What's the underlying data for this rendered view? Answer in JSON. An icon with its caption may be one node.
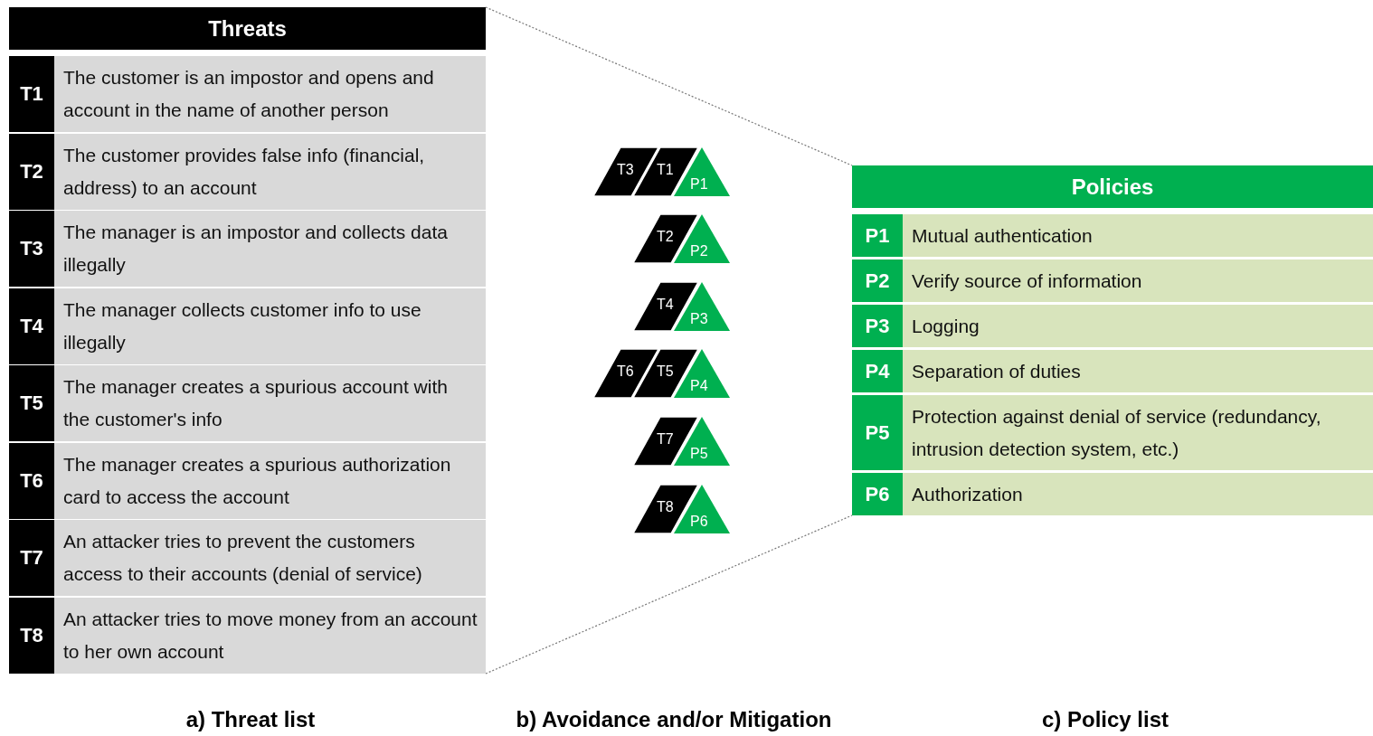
{
  "diagram": {
    "nodes": [
      {
        "text": [
          "Threats"
        ]
      },
      {
        "text": [
          "T1",
          "The customer is an impostor and opens and account in the name of another person"
        ],
        "in": 0
      },
      {
        "text": [
          "T2",
          "The customer provides false info (financial, address) to an account"
        ],
        "in": 0
      },
      {
        "text": [
          "T3",
          "The manager is an impostor and collects data illegally"
        ],
        "in": 0
      },
      {
        "text": [
          "T4",
          "The manager collects customer info to use illegally"
        ],
        "in": 0
      },
      {
        "text": [
          "T5",
          "The manager creates a spurious account with the customer's info"
        ],
        "in": 0
      },
      {
        "text": [
          "T6",
          "The manager creates a spurious authorization card to access the account"
        ],
        "in": 0
      },
      {
        "text": [
          "T7",
          "An attacker tries to prevent the customers access to their accounts (denial of service)"
        ],
        "in": 0
      },
      {
        "text": [
          "T8",
          "An attacker tries to move money from an account to her own account"
        ],
        "in": 0
      },
      {
        "text": [
          "T3"
        ]
      },
      {
        "text": [
          "T1"
        ]
      },
      {
        "text": [
          "P1"
        ]
      },
      {
        "text": [
          "T2"
        ]
      },
      {
        "text": [
          "P2"
        ]
      },
      {
        "text": [
          "T4"
        ]
      },
      {
        "text": [
          "P3"
        ]
      },
      {
        "text": [
          "T6"
        ]
      },
      {
        "text": [
          "T5"
        ]
      },
      {
        "text": [
          "P4"
        ]
      },
      {
        "text": [
          "T7"
        ]
      },
      {
        "text": [
          "P5"
        ]
      },
      {
        "text": [
          "T8"
        ]
      },
      {
        "text": [
          "P6"
        ]
      },
      {
        "text": [
          "Policies"
        ]
      },
      {
        "text": [
          "P1",
          "Mutual authentication"
        ],
        "in": 23
      },
      {
        "text": [
          "P2",
          "Verify source of information"
        ],
        "in": 23
      },
      {
        "text": [
          "P3",
          "Logging"
        ],
        "in": 23
      },
      {
        "text": [
          "P4",
          "Separation of duties"
        ],
        "in": 23
      },
      {
        "text": [
          "P5",
          "Protection against denial of service (redundancy, intrusion detection system, etc.)"
        ],
        "in": 23
      },
      {
        "text": [
          "P6",
          "Authorization"
        ],
        "in": 23
      }
    ],
    "edges": [
      {
        "from": 0,
        "to": 23,
        "arrow": "none",
        "style": "dashed"
      },
      {
        "from": 0,
        "to": 23,
        "arrow": "none",
        "style": "dashed"
      }
    ],
    "labels": [
      "a) Threat list",
      "b) Avoidance and/or Mitigation",
      "c) Policy list"
    ]
  }
}
